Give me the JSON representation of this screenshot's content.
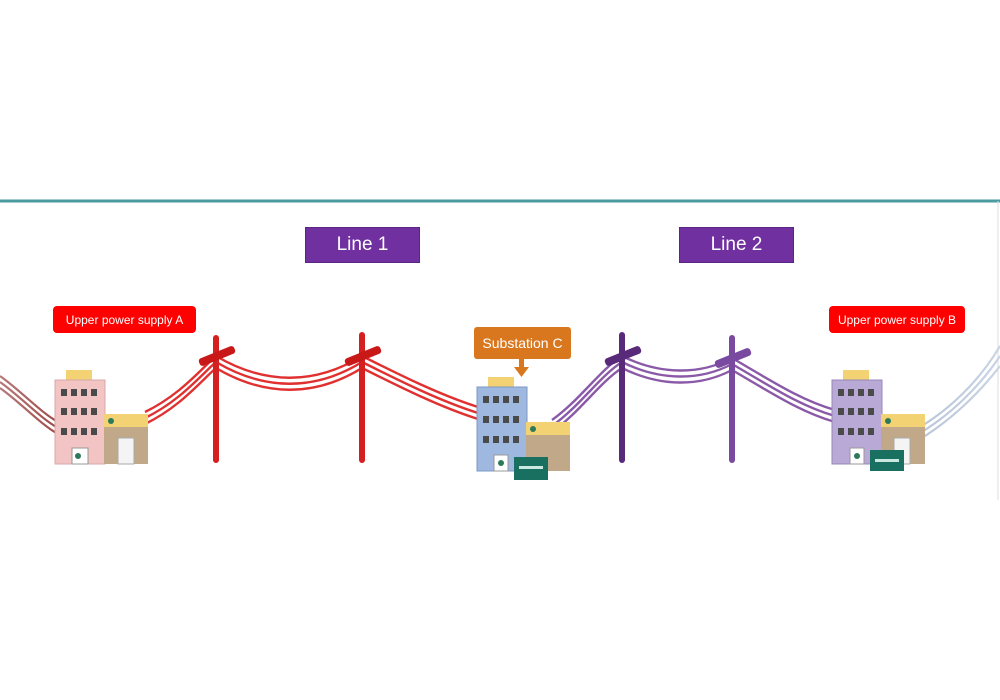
{
  "labels": {
    "line1": "Line 1",
    "line2": "Line 2",
    "supply_a": "Upper power supply A",
    "supply_b": "Upper power supply B",
    "substation_c": "Substation C"
  },
  "colors": {
    "frame_line": "#4a9aa0",
    "line1_wire": "#e03030",
    "line1_pole": "#d42020",
    "line2_wire": "#8a5aa8",
    "line2_pole": "#5a2a7a",
    "line_label_bg": "#7030a0",
    "supply_label_bg": "#ff0000",
    "substation_label_bg": "#d9771e",
    "building_a": "#f2c4c4",
    "building_c": "#9fb8e0",
    "building_b": "#b9a9d6"
  },
  "icons": [
    "building-icon",
    "utility-pole-icon",
    "power-line-icon",
    "arrow-down-icon"
  ]
}
